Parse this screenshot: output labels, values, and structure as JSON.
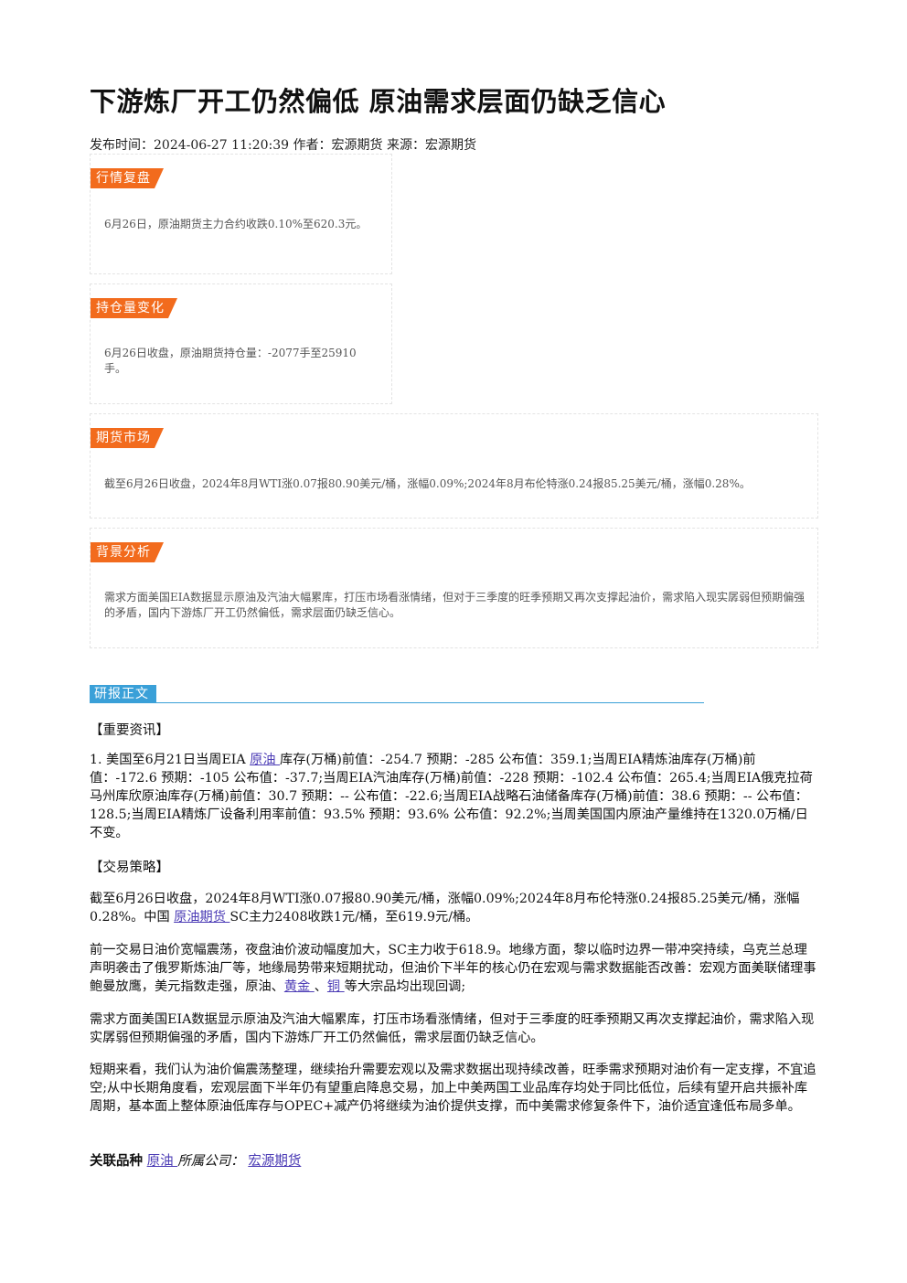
{
  "article": {
    "title": "下游炼厂开工仍然偏低 原油需求层面仍缺乏信心",
    "meta": "发布时间：2024-06-27 11:20:39 作者：宏源期货 来源：宏源期货"
  },
  "summary_boxes": [
    {
      "tag": "行情复盘",
      "text": "6月26日，原油期货主力合约收跌0.10%至620.3元。"
    },
    {
      "tag": "持仓量变化",
      "text": "6月26日收盘，原油期货持仓量：-2077手至25910手。"
    },
    {
      "tag": "期货市场",
      "text": "截至6月26日收盘，2024年8月WTI涨0.07报80.90美元/桶，涨幅0.09%;2024年8月布伦特涨0.24报85.25美元/桶，涨幅0.28%。"
    },
    {
      "tag": "背景分析",
      "text": "需求方面美国EIA数据显示原油及汽油大幅累库，打压市场看涨情绪，但对于三季度的旺季预期又再次支撑起油价，需求陷入现实孱弱但预期偏强的矛盾，国内下游炼厂开工仍然偏低，需求层面仍缺乏信心。"
    }
  ],
  "report": {
    "tag": "研报正文",
    "news_heading": "【重要资讯】",
    "news_p1_a": "1. 美国至6月21日当周EIA ",
    "news_p1_link": "原油 ",
    "news_p1_b": "库存(万桶)前值：-254.7 预期：-285 公布值：359.1;当周EIA精炼油库存(万桶)前值：-172.6 预期：-105 公布值：-37.7;当周EIA汽油库存(万桶)前值：-228 预期：-102.4 公布值：265.4;当周EIA俄克拉荷马州库欣原油库存(万桶)前值：30.7 预期：-- 公布值：-22.6;当周EIA战略石油储备库存(万桶)前值：38.6 预期：-- 公布值：128.5;当周EIA精炼厂设备利用率前值：93.5% 预期：93.6% 公布值：92.2%;当周美国国内原油产量维持在1320.0万桶/日不变。",
    "strategy_heading": "【交易策略】",
    "strategy_p1_a": "截至6月26日收盘，2024年8月WTI涨0.07报80.90美元/桶，涨幅0.09%;2024年8月布伦特涨0.24报85.25美元/桶，涨幅0.28%。中国 ",
    "strategy_p1_link": "原油期货 ",
    "strategy_p1_b": "SC主力2408收跌1元/桶，至619.9元/桶。",
    "strategy_p2_a": "前一交易日油价宽幅震荡，夜盘油价波动幅度加大，SC主力收于618.9。地缘方面，黎以临时边界一带冲突持续，乌克兰总理声明袭击了俄罗斯炼油厂等，地缘局势带来短期扰动，但油价下半年的核心仍在宏观与需求数据能否改善：宏观方面美联储理事鲍曼放鹰，美元指数走强，原油、",
    "strategy_p2_link1": "黄金 ",
    "strategy_p2_sep": "、",
    "strategy_p2_link2": "铜 ",
    "strategy_p2_b": "等大宗品均出现回调;",
    "strategy_p3": "需求方面美国EIA数据显示原油及汽油大幅累库，打压市场看涨情绪，但对于三季度的旺季预期又再次支撑起油价，需求陷入现实孱弱但预期偏强的矛盾，国内下游炼厂开工仍然偏低，需求层面仍缺乏信心。",
    "strategy_p4": "短期来看，我们认为油价偏震荡整理，继续抬升需要宏观以及需求数据出现持续改善，旺季需求预期对油价有一定支撑，不宜追空;从中长期角度看，宏观层面下半年仍有望重启降息交易，加上中美两国工业品库存均处于同比低位，后续有望开启共振补库周期，基本面上整体原油低库存与OPEC+减产仍将继续为油价提供支撑，而中美需求修复条件下，油价适宜逢低布局多单。"
  },
  "footer": {
    "related_label": "关联品种",
    "related_link": "原油 ",
    "company_label": "所属公司：",
    "company_link": "宏源期货"
  },
  "colors": {
    "tag_orange": "#f26b1d",
    "tag_blue": "#3aa0d8",
    "link": "#4b3bb5"
  }
}
